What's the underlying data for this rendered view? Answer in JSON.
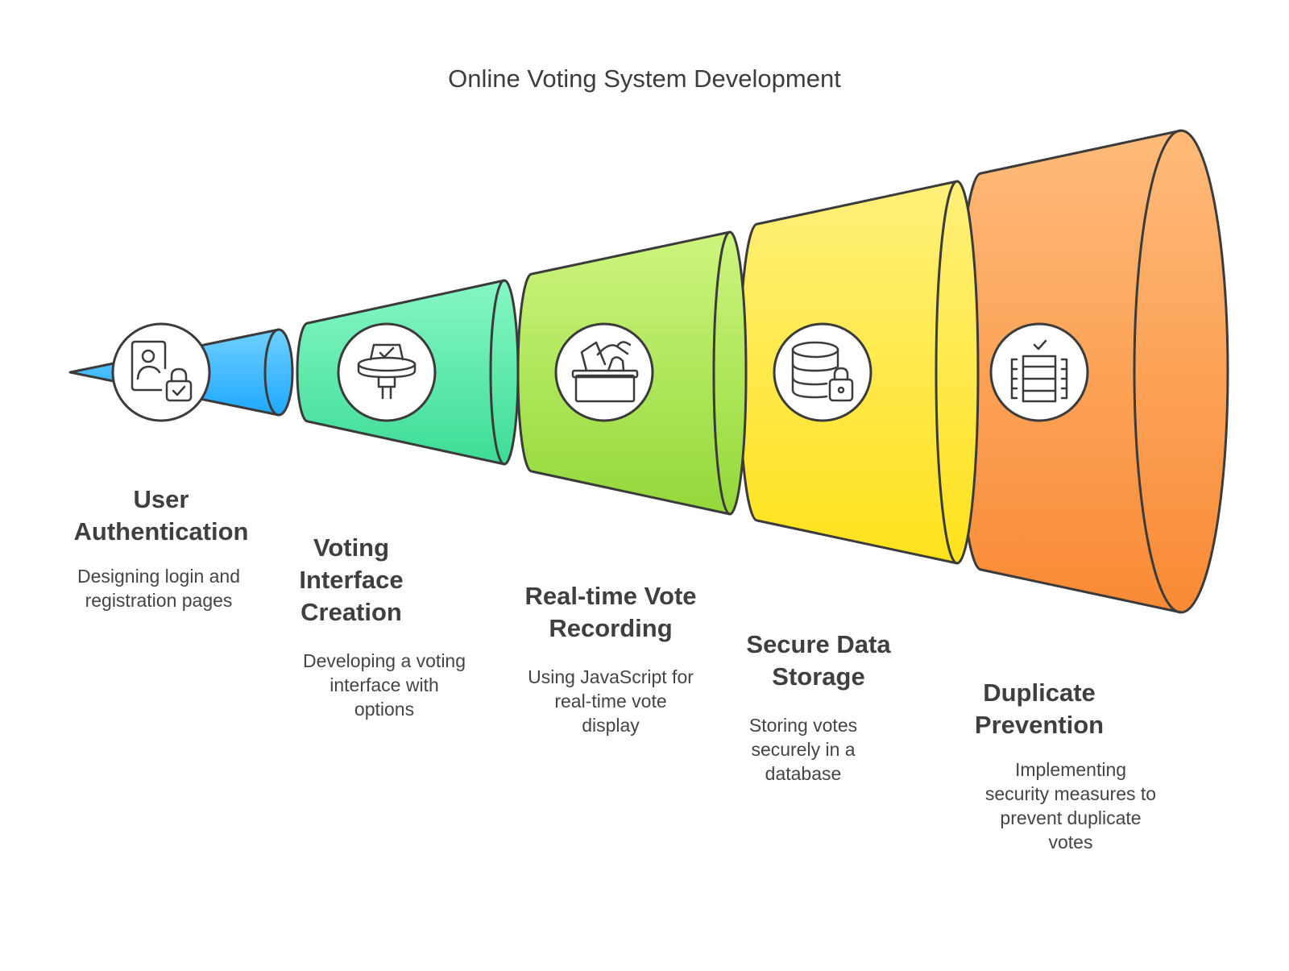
{
  "title": "Online Voting System Development",
  "stages": [
    {
      "title_lines": [
        "User",
        "Authentication"
      ],
      "desc_lines": [
        "Designing login and",
        "registration pages"
      ],
      "icon": "user-lock-icon",
      "color_top": "#6fd0ff",
      "color_bottom": "#1fa8ff"
    },
    {
      "title_lines": [
        "Voting",
        "Interface",
        "Creation"
      ],
      "desc_lines": [
        "Developing a voting",
        "interface with",
        "options"
      ],
      "icon": "ballot-stand-icon",
      "color_top": "#86f7c4",
      "color_bottom": "#3ddc97"
    },
    {
      "title_lines": [
        "Real-time Vote",
        "Recording"
      ],
      "desc_lines": [
        "Using JavaScript for",
        "real-time vote",
        "display"
      ],
      "icon": "ballot-box-icon",
      "color_top": "#cdf57e",
      "color_bottom": "#93d83a"
    },
    {
      "title_lines": [
        "Secure Data",
        "Storage"
      ],
      "desc_lines": [
        "Storing votes",
        "securely in a",
        "database"
      ],
      "icon": "database-lock-icon",
      "color_top": "#fff07a",
      "color_bottom": "#ffe21c"
    },
    {
      "title_lines": [
        "Duplicate",
        "Prevention"
      ],
      "desc_lines": [
        "Implementing",
        "security measures to",
        "prevent duplicate",
        "votes"
      ],
      "icon": "server-check-icon",
      "color_top": "#ffbb7a",
      "color_bottom": "#f98a35"
    }
  ]
}
